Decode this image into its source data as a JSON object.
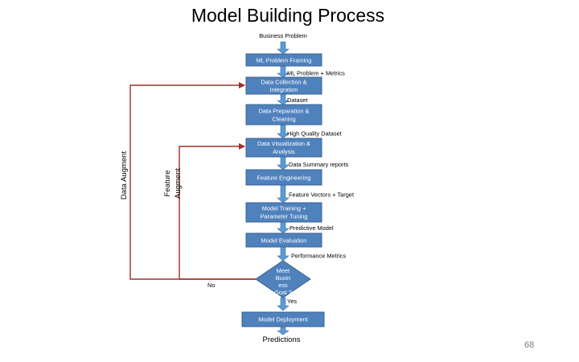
{
  "title": "Model Building Process",
  "top_label": "Business Problem",
  "boxes": {
    "ml_framing": "ML Problem Framing",
    "data_collection": [
      "Data Collection &",
      "Integration"
    ],
    "data_preparation": [
      "Data Preparation &",
      "Cleaning"
    ],
    "data_visualization": [
      "Data Visualization &",
      "Analysis"
    ],
    "feature_engineering": "Feature Engineering",
    "model_training": [
      "Model Training +",
      "Parameter Tuning"
    ],
    "model_evaluation": "Model Evaluation",
    "decision": [
      "Meet",
      "Busin",
      "ess",
      "Goal ?"
    ],
    "model_deployment": "Model Deployment"
  },
  "flow_labels": {
    "ml_problem_metrics": "ML Problem + Metrics",
    "dataset": "Dataset",
    "high_quality_dataset": "High Quality Dataset",
    "data_summary_reports": "Data Summary reports",
    "feature_vectors_target": "Feature Vectors + Target",
    "predictive_model": "Predictive Model",
    "performance_metrics": "Performance Metrics",
    "no": "No",
    "yes": "Yes",
    "predictions": "Predictions"
  },
  "side_labels": {
    "data_augment": "Data Augment",
    "feature_augment": [
      "Feature",
      "Augment"
    ]
  },
  "page_number": "68",
  "colors": {
    "box_fill": "#4f81bd",
    "arrow_fill": "#5b9bd5",
    "loop_line": "#a0302c"
  }
}
